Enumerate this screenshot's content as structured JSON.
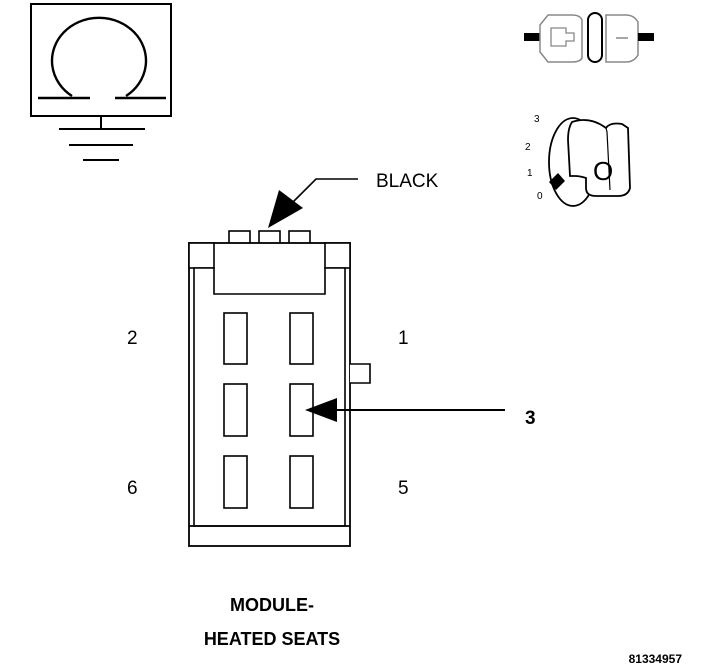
{
  "connector_color_label": "BLACK",
  "pin_labels": {
    "top_left": "2",
    "top_right": "1",
    "bottom_left": "6",
    "bottom_right": "5"
  },
  "callout_number": "3",
  "title_line1": "MODULE-",
  "title_line2": "HEATED SEATS",
  "figure_id": "81334957",
  "ignition_positions": [
    "3",
    "2",
    "1",
    "0"
  ],
  "key_letter": "O",
  "icons": {
    "power_symbol": "ground-omega-icon",
    "connector_symbol": "inline-connector-icon",
    "ignition_symbol": "ignition-key-icon"
  }
}
